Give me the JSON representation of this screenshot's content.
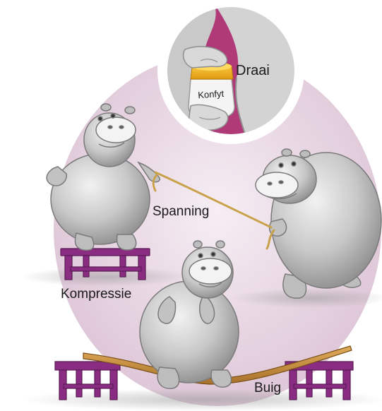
{
  "labels": {
    "twist": "Draai",
    "jar": "Konfyt",
    "tension": "Spanning",
    "compression": "Kompressie",
    "bend": "Buig"
  },
  "colors": {
    "background_oval": "#ecdde8",
    "inset_ring": "#b03a78",
    "hippo_body": "#c9c9c9",
    "hippo_shade": "#8f8f8f",
    "stool": "#8a2c82",
    "rope": "#c9a14a",
    "plank": "#c8913c",
    "jar_lid": "#f2b21a"
  },
  "icons": [
    "hippo-compression",
    "hippo-tension",
    "hippo-bending",
    "stool",
    "rope",
    "plank",
    "jam-jar",
    "hands"
  ]
}
